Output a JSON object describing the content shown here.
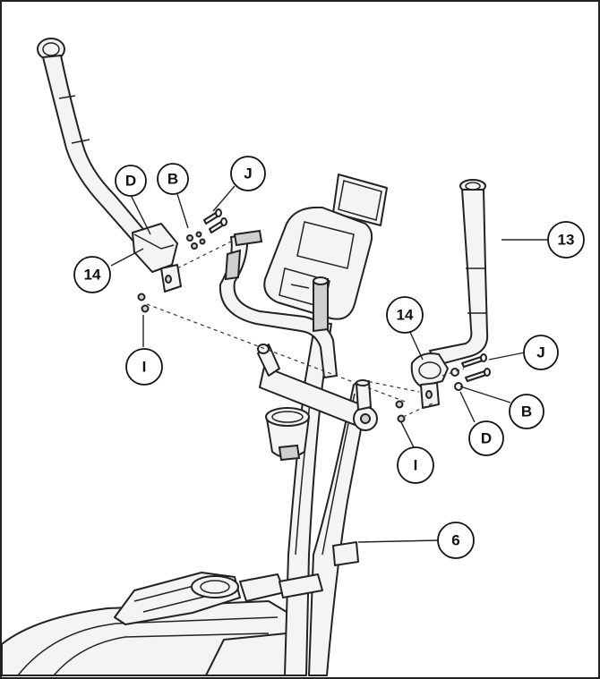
{
  "diagram": {
    "callouts": [
      {
        "id": "14-left",
        "label": "14"
      },
      {
        "id": "D-left",
        "label": "D"
      },
      {
        "id": "B-left",
        "label": "B"
      },
      {
        "id": "J-left",
        "label": "J"
      },
      {
        "id": "I-left",
        "label": "I"
      },
      {
        "id": "13",
        "label": "13"
      },
      {
        "id": "14-right",
        "label": "14"
      },
      {
        "id": "J-right",
        "label": "J"
      },
      {
        "id": "B-right",
        "label": "B"
      },
      {
        "id": "D-right",
        "label": "D"
      },
      {
        "id": "I-right",
        "label": "I"
      },
      {
        "id": "6",
        "label": "6"
      }
    ]
  }
}
